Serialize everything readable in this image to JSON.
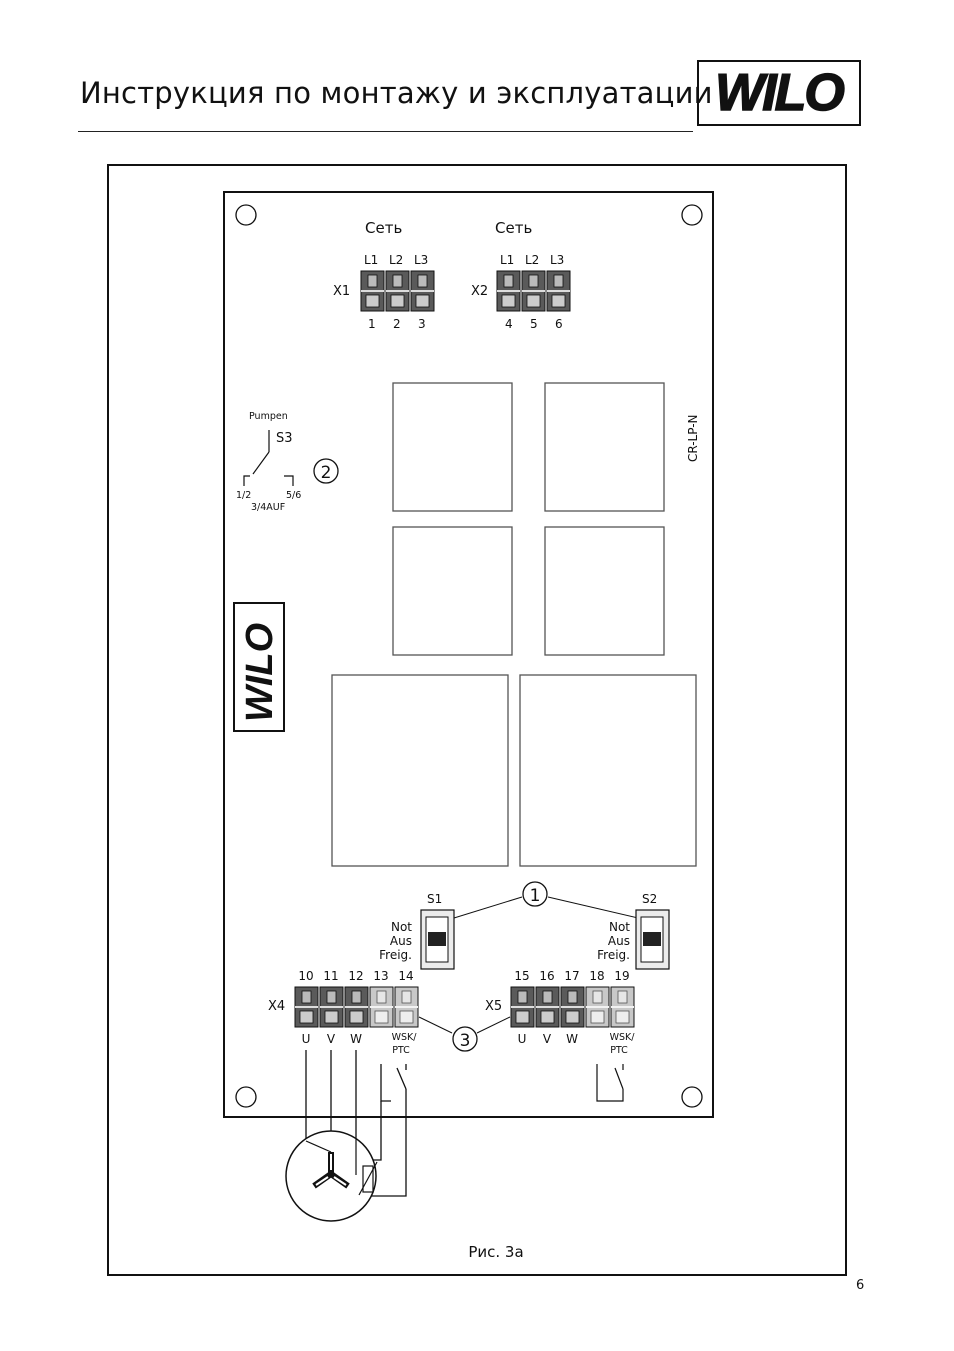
{
  "header": {
    "title": "Инструкция по монтажу и эксплуатации",
    "logo": "WILO"
  },
  "diagram": {
    "mains_x1": "Сеть",
    "mains_x2": "Сеть",
    "x1": {
      "label": "X1",
      "phases": [
        "L1",
        "L2",
        "L3"
      ],
      "numbers": [
        "1",
        "2",
        "3"
      ]
    },
    "x2": {
      "label": "X2",
      "phases": [
        "L1",
        "L2",
        "L3"
      ],
      "numbers": [
        "4",
        "5",
        "6"
      ]
    },
    "board_code": "CR-LP-N",
    "s3": {
      "title": "Pumpen",
      "label": "S3",
      "pos_left": "1/2",
      "pos_right": "5/6",
      "mode": "3/4AUF"
    },
    "board_logo": "WILO",
    "callouts": [
      "1",
      "2",
      "3"
    ],
    "s1": {
      "label": "S1",
      "text": [
        "Not",
        "Aus",
        "Freig."
      ]
    },
    "s2": {
      "label": "S2",
      "text": [
        "Not",
        "Aus",
        "Freig."
      ]
    },
    "x4": {
      "label": "X4",
      "numbers": [
        "10",
        "11",
        "12",
        "13",
        "14"
      ],
      "phases": [
        "U",
        "V",
        "W"
      ],
      "sensor": [
        "WSK/",
        "PTC"
      ]
    },
    "x5": {
      "label": "X5",
      "numbers": [
        "15",
        "16",
        "17",
        "18",
        "19"
      ],
      "phases": [
        "U",
        "V",
        "W"
      ],
      "sensor": [
        "WSK/",
        "PTC"
      ]
    },
    "caption": "Рис. 3а"
  },
  "footer": {
    "page_number": "6"
  }
}
